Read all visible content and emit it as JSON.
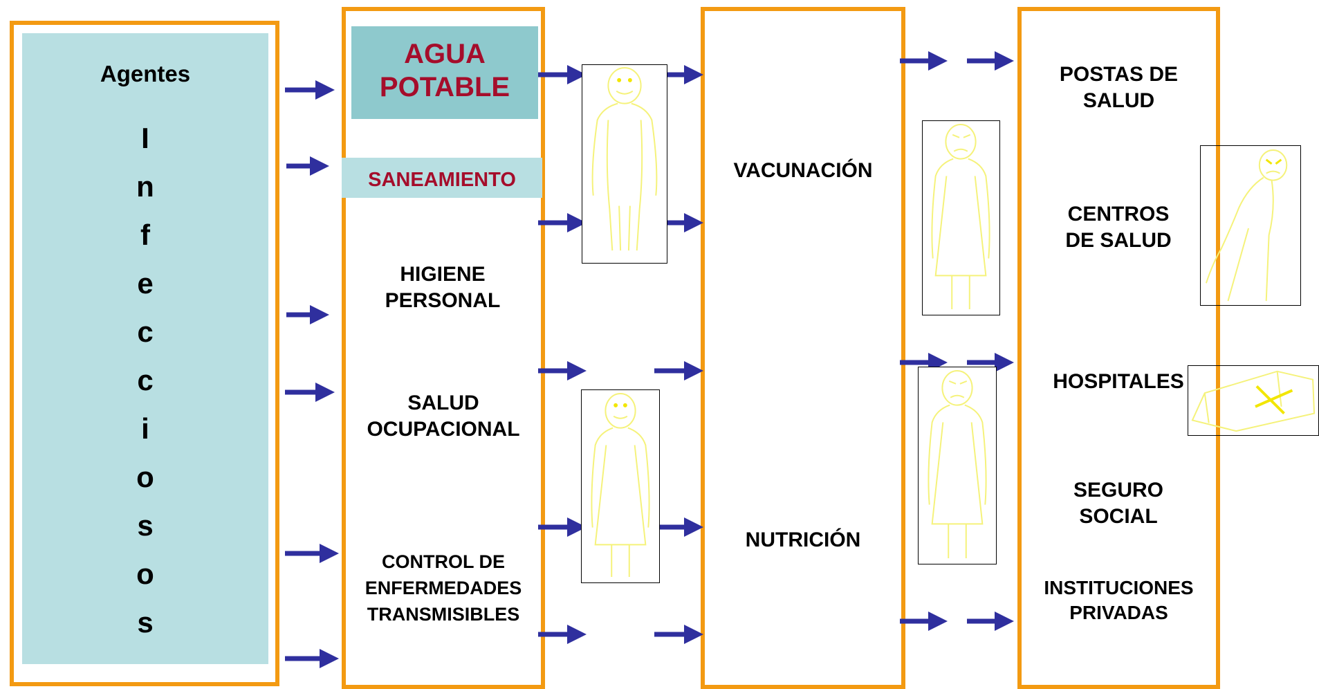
{
  "agents": {
    "title": "Agentes",
    "letters": [
      "I",
      "n",
      "f",
      "e",
      "c",
      "c",
      "i",
      "o",
      "s",
      "o",
      "s"
    ]
  },
  "prevention": {
    "water": "AGUA POTABLE",
    "sanitation": "SANEAMIENTO",
    "hygiene": "HIGIENE PERSONAL",
    "occupational": "SALUD OCUPACIONAL",
    "disease_control": "CONTROL DE ENFERMEDADES TRANSMISIBLES"
  },
  "interventions": {
    "vaccination": "VACUNACIÓN",
    "nutrition": "NUTRICIÓN"
  },
  "services": {
    "posts": "POSTAS DE SALUD",
    "centers": "CENTROS DE SALUD",
    "hospitals": "HOSPITALES",
    "insurance": "SEGURO SOCIAL",
    "private": "INSTITUCIONES PRIVADAS"
  },
  "colors": {
    "border": "#f39a12",
    "panel": "#b8dfe2",
    "arrow": "#2f2f9e",
    "accent_text": "#a50d2b",
    "figure_line": "#f5f27a",
    "figure_face": "#f2e600"
  }
}
